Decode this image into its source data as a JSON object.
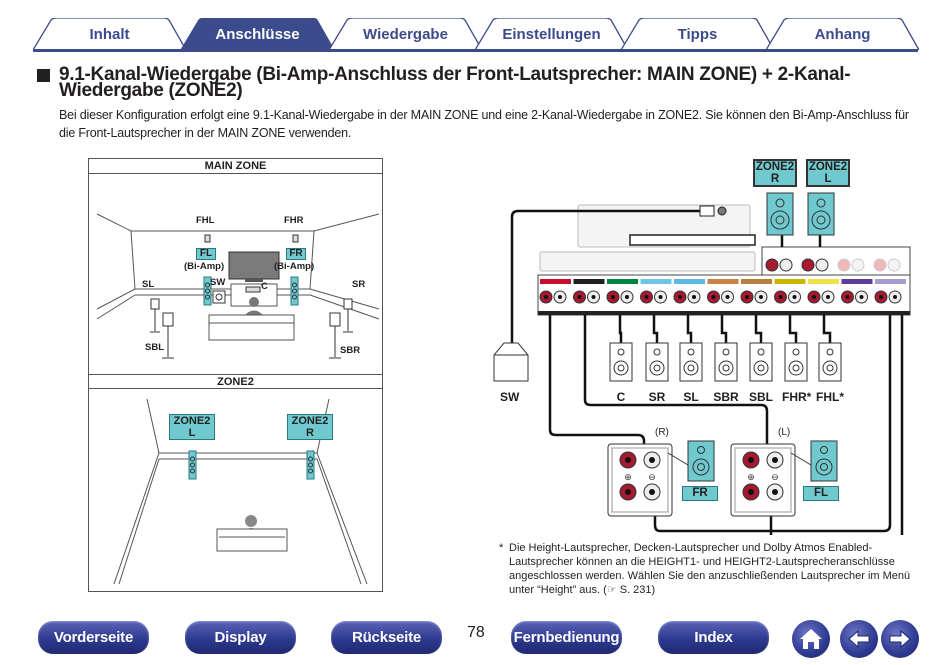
{
  "tabs": [
    {
      "label": "Inhalt",
      "active": false
    },
    {
      "label": "Anschlüsse",
      "active": true
    },
    {
      "label": "Wiedergabe",
      "active": false
    },
    {
      "label": "Einstellungen",
      "active": false
    },
    {
      "label": "Tipps",
      "active": false
    },
    {
      "label": "Anhang",
      "active": false
    }
  ],
  "heading": {
    "line1": "9.1-Kanal-Wiedergabe (Bi-Amp-Anschluss der Front-Lautsprecher: MAIN ZONE) + 2-Kanal-",
    "line2": "Wiedergabe (ZONE2)"
  },
  "intro": "Bei dieser Konfiguration erfolgt eine 9.1-Kanal-Wiedergabe in der MAIN ZONE und eine 2-Kanal-Wiedergabe in ZONE2. Sie können den Bi-Amp-Anschluss für die Front-Lautsprecher in der MAIN ZONE verwenden.",
  "main_zone": {
    "title": "MAIN ZONE",
    "labels": {
      "fhl": "FHL",
      "fhr": "FHR",
      "fl": "FL",
      "fr": "FR",
      "bi_amp": "(Bi-Amp)",
      "sw": "SW",
      "c": "C",
      "sl": "SL",
      "sr": "SR",
      "sbl": "SBL",
      "sbr": "SBR"
    }
  },
  "zone2": {
    "title": "ZONE2",
    "left": {
      "line1": "ZONE2",
      "line2": "L"
    },
    "right": {
      "line1": "ZONE2",
      "line2": "R"
    }
  },
  "connection": {
    "zone2_r": {
      "line1": "ZONE2",
      "line2": "R"
    },
    "zone2_l": {
      "line1": "ZONE2",
      "line2": "L"
    },
    "subwoofer": "SW",
    "speakers": [
      "C",
      "SR",
      "SL",
      "SBR",
      "SBL",
      "FHR*",
      "FHL*"
    ],
    "right_channel": "(R)",
    "left_channel": "(L)",
    "fr": "FR",
    "fl": "FL",
    "plus": "⊕",
    "minus": "⊖",
    "terminal_colors": [
      "#c8102e",
      "#231f20",
      "#00843d",
      "#6cc4e8",
      "#5fb8e6",
      "#c9834a",
      "#b5803c",
      "#c9b800",
      "#f0e04a",
      "#5b3f9a",
      "#a89bd0"
    ]
  },
  "footnote": {
    "star": "*",
    "text": "Die Height-Lautsprecher, Decken-Lautsprecher und Dolby Atmos Enabled-Lautsprecher können an die HEIGHT1- und HEIGHT2-Lautsprecheranschlüsse angeschlossen werden. Wählen Sie den anzuschließenden Lautsprecher im Menü unter “Height” aus.  (☞ S. 231)"
  },
  "page_number": "78",
  "bottom_nav": [
    {
      "label": "Vorderseite"
    },
    {
      "label": "Display"
    },
    {
      "label": "Rückseite"
    },
    {
      "label": "Fernbedienung"
    },
    {
      "label": "Index"
    }
  ],
  "icons": {
    "home": "home-icon",
    "back": "arrow-left-icon",
    "forward": "arrow-right-icon"
  },
  "colors": {
    "brand": "#3c4b8c",
    "teal": "#6fc9cf",
    "terminal_red": "#a6192e"
  }
}
